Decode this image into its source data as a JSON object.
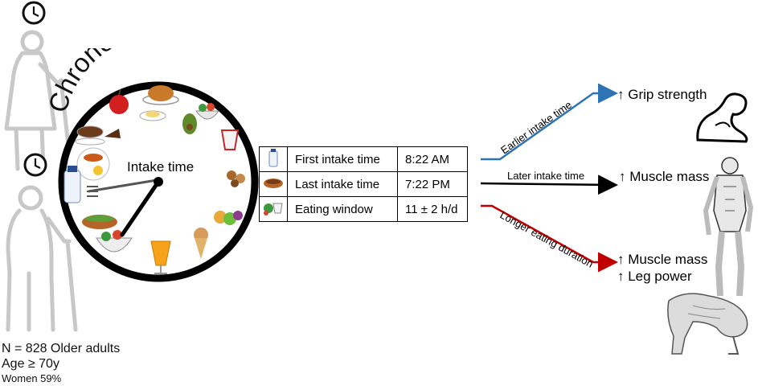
{
  "title": "Chrononutrition",
  "clock": {
    "center_label": "Intake time"
  },
  "study": {
    "n": "N = 828 Older adults",
    "age": "Age ≥ 70y",
    "women": "Women 59%"
  },
  "table": {
    "rows": [
      {
        "label": "First intake time",
        "value": "8:22 AM",
        "icon": "milk-bottle-icon"
      },
      {
        "label": "Last intake time",
        "value": "7:22 PM",
        "icon": "pie-icon"
      },
      {
        "label": "Eating window",
        "value": "11 ± 2 h/d",
        "icon": "meal-icon"
      }
    ]
  },
  "associations": [
    {
      "label": "Earlier intake time",
      "color": "#2e74b5",
      "outcome": "↑ Grip strength"
    },
    {
      "label": "Later intake time",
      "color": "#000000",
      "outcome": "↑ Muscle mass"
    },
    {
      "label": "Longer eating duration",
      "color": "#c00000",
      "outcomes": [
        "↑ Muscle mass",
        "↑ Leg power"
      ]
    }
  ]
}
